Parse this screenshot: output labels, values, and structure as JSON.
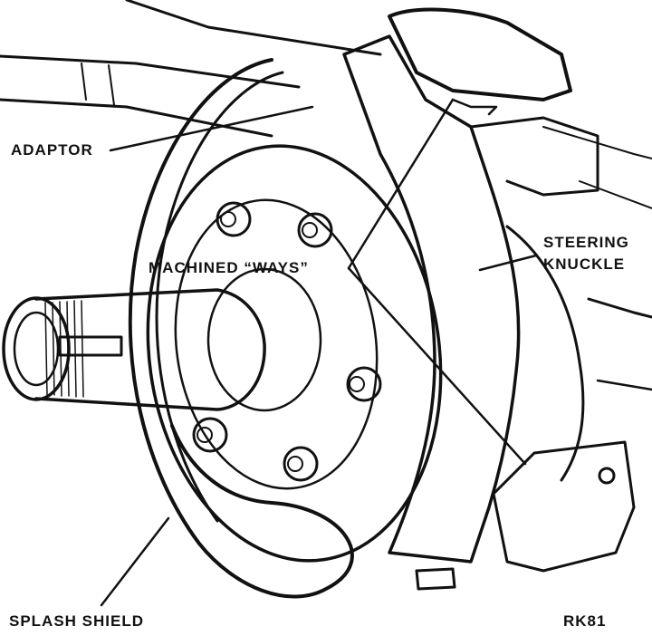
{
  "labels": {
    "adaptor": "ADAPTOR",
    "machined_ways": "MACHINED “WAYS”",
    "steering_line1": "STEERING",
    "steering_line2": "KNUCKLE",
    "splash_shield": "SPLASH SHIELD",
    "figure_code": "RK81"
  },
  "colors": {
    "ink": "#111111",
    "paper": "#ffffff"
  }
}
